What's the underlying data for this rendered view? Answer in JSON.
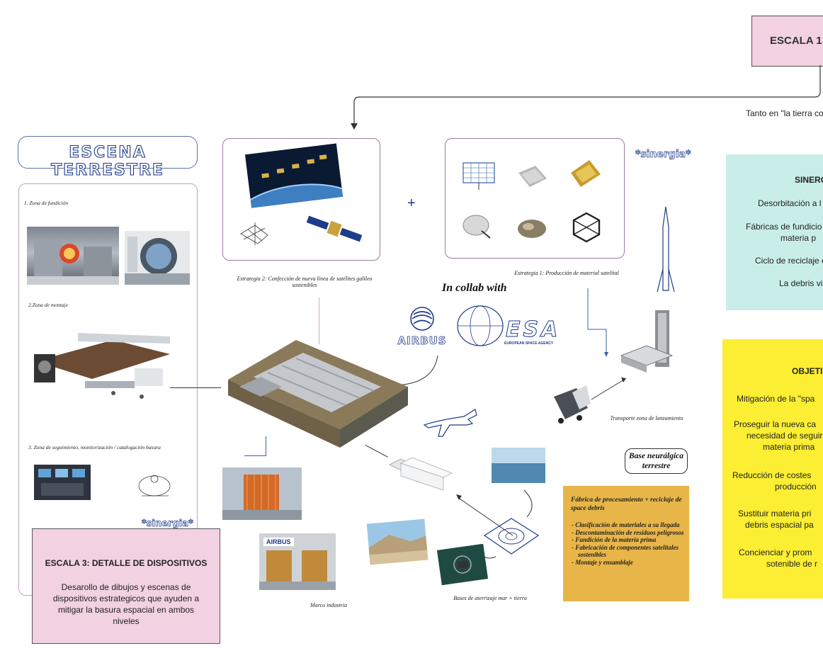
{
  "escala1": {
    "title": "ESCALA 1:"
  },
  "connector_text": "Tanto en \"la tierra co",
  "scene_title": "ESCENA TERRESTRE",
  "plus": "+",
  "sinergia_top": "*sinergia*",
  "sinergia_bottom": "*sinergia*",
  "zones": {
    "z1": "1.  Zona de fundición",
    "z2": "2.Zona de  montaje",
    "z3": "3. Zona de seguimiento, monitorización / catalogación basura"
  },
  "captions": {
    "strategy2": "Estrategia 2: Confección de nueva línea de satélites galileo sostenibles",
    "strategy1": "Estrategia 1: Producción de material satelital",
    "transport": "Transporte zona de lanzamiento",
    "marco": "Marco industria",
    "bases": "Bases de aterrizaje mar + tierra"
  },
  "collab": {
    "label": "In collab with",
    "airbus": "AIRBUS",
    "esa": "ESA",
    "esa_sub": "EUROPEAN SPACE AGENCY",
    "airbus_sign": "AIRBUS"
  },
  "base": {
    "title": "Base neurálgica terrestre"
  },
  "factory": {
    "title": "Fábrica de procesamiento + reciclaje de space debris",
    "items": [
      "Clasificación de materiales a su llegada",
      "Descontaminación de residuos peligrosos",
      "Fundición de la materia prima",
      "Fabricación de componentes satelitales sostenibles",
      "Montaje y ensamblaje"
    ]
  },
  "escala3": {
    "title": "ESCALA 3: DETALLE DE DISPOSITIVOS",
    "body": "Desarollo de dibujos y escenas de dispositivos estrategicos que ayuden a mitigar la basura espacial en ambos niveles"
  },
  "sinergia_panel": {
    "title": "SINERG",
    "lines": [
      "Desorbitación a l",
      "Fábricas de fundicio",
      "materia p",
      "Ciclo de reciclaje e",
      "La debris vi"
    ]
  },
  "objetivos_panel": {
    "title": "OBJETIV",
    "lines": [
      "Mitigación de la \"spa",
      "Proseguir la nueva ca",
      "necesidad de seguir",
      "materia prima",
      "Reducción de costes",
      "producción",
      "Sustituir materia pri",
      "debris espacial pa",
      "Concienciar y prom",
      "sotenible de r"
    ]
  },
  "colors": {
    "pink": "#f2d1e2",
    "teal": "#c9eeea",
    "yellow": "#fbee33",
    "orange": "#e8b548",
    "navy": "#1f3a8a"
  }
}
